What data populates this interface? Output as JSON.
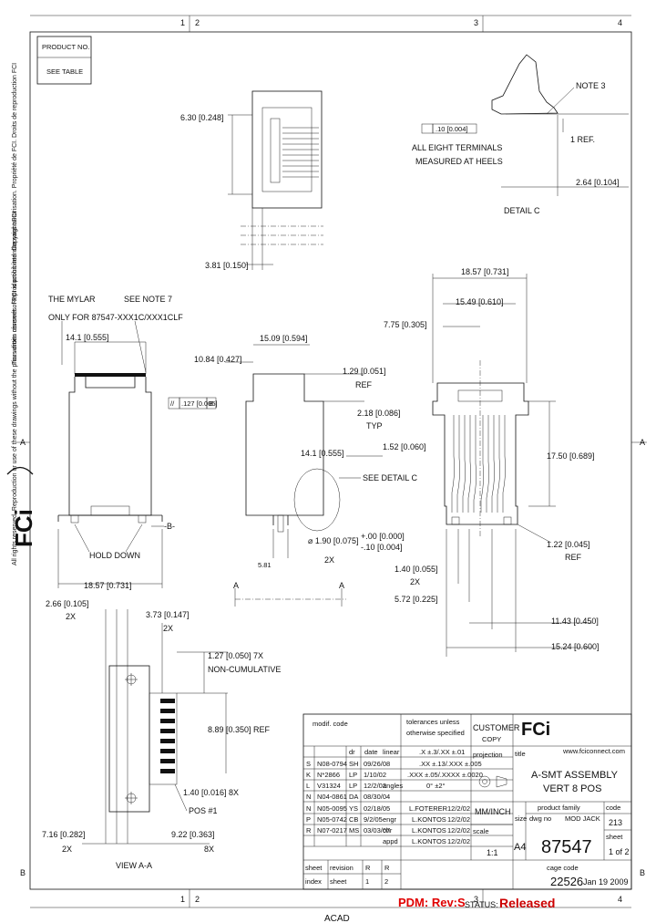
{
  "sheet": {
    "zones_top": [
      "1",
      "2",
      "3",
      "4"
    ],
    "zones_bottom": [
      "1",
      "2",
      "3",
      "4"
    ],
    "zone_side_a": "A",
    "zone_side_b": "B",
    "product_no_label": "PRODUCT NO.",
    "see_table_label": "SEE TABLE",
    "acad": "ACAD"
  },
  "side_notes": {
    "copyright": "All rights reserved. Reproduction or use of these drawings without the prior written consent of FCI is prohibited. Copyright FCI",
    "french": "Tous droits réservés. Reproduction interdite sans autorisation. Propriété de FCI. Droits de reproduction FCI"
  },
  "logo": {
    "text": "FCi",
    "website": "www.fciconnect.com"
  },
  "top_view": {
    "dim_height": "6.30 [0.248]",
    "dim_bottom": "3.81 [0.150]"
  },
  "detail_c": {
    "note": "NOTE 3",
    "flatness": ".10 [0.004]",
    "flatness_note_1": "ALL EIGHT TERMINALS",
    "flatness_note_2": "MEASURED AT HEELS",
    "ref": "1 REF.",
    "dim": "2.64 [0.104]",
    "title": "DETAIL C"
  },
  "front_view": {
    "mylar_1": "THE MYLAR",
    "mylar_2": "ONLY FOR 87547-XXX1C/XXX1CLF",
    "see_note": "SEE NOTE 7",
    "width_top": "14.1 [0.555]",
    "datum_b": "-B-",
    "hold_down": "HOLD DOWN",
    "width_bottom": "18.57 [0.731]"
  },
  "side_view": {
    "dim_1": "15.09 [0.594]",
    "dim_2": "10.84 [0.427]",
    "dim_3": "1.29 [0.051]",
    "ref": "REF",
    "parallel": "//",
    "tol": ".127 [0.005]",
    "datum": "B",
    "dim_4": "2.18 [0.086]",
    "typ": "TYP",
    "dim_5": "14.1 [0.555]",
    "dim_6": "1.52 [0.060]",
    "see_detail": "SEE DETAIL C",
    "dia": "⌀ 1.90 [0.075]",
    "tol_plus": "+.00 [0.000]",
    "tol_minus": "-.10 [0.004]",
    "two_x": "2X",
    "small_label": "5.81",
    "section_a": "A"
  },
  "right_view": {
    "dim_1": "18.57 [0.731]",
    "dim_2": "15.49 [0.610]",
    "dim_3": "7.75 [0.305]",
    "dim_4": "17.50 [0.689]",
    "dim_5": "1.22 [0.045]",
    "ref": "REF",
    "dim_6": "1.40 [0.055]",
    "two_x": "2X",
    "dim_7": "5.72 [0.225]",
    "dim_8": "11.43 [0.450]",
    "dim_9": "15.24 [0.600]"
  },
  "view_aa": {
    "dim_1": "2.66 [0.105]",
    "two_x_1": "2X",
    "dim_2": "3.73 [0.147]",
    "two_x_2": "2X",
    "dim_3": "1.27 [0.050] 7X",
    "noncum": "NON-CUMULATIVE",
    "dim_4": "8.89 [0.350] REF",
    "dim_5": "1.40 [0.016] 8X",
    "pos": "POS #1",
    "dim_6": "7.16 [0.282]",
    "two_x_3": "2X",
    "dim_7": "9.22 [0.363]",
    "eight_x": "8X",
    "title": "VIEW A-A"
  },
  "title_block": {
    "hdr_modif": "modif. code",
    "hdr_dr": "dr",
    "hdr_date": "date",
    "revisions": [
      {
        "rev": "S",
        "code": "N08-0794",
        "dr": "SH",
        "date": "09/26/08"
      },
      {
        "rev": "K",
        "code": "N*2866",
        "dr": "LP",
        "date": "1/10/02"
      },
      {
        "rev": "L",
        "code": "V31324",
        "dr": "LP",
        "date": "12/2/02"
      },
      {
        "rev": "N",
        "code": "N04-0861",
        "dr": "DA",
        "date": "08/30/04"
      },
      {
        "rev": "N",
        "code": "N05-0095",
        "dr": "YS",
        "date": "02/18/05"
      },
      {
        "rev": "P",
        "code": "N05-0742",
        "dr": "CB",
        "date": "9/2/05"
      },
      {
        "rev": "R",
        "code": "N07-0217",
        "dr": "MS",
        "date": "03/03/07"
      }
    ],
    "tolerances_1": "tolerances unless",
    "tolerances_2": "otherwise specified",
    "tol_rows": [
      {
        "c1": "linear",
        "c2": ".X ±.3/.XX ±.01"
      },
      {
        "c1": "",
        "c2": ".XX ±.13/.XXX ±.005"
      },
      {
        "c1": "",
        "c2": ".XXX ±.05/.XXXX ±.0020"
      },
      {
        "c1": "angles",
        "c2": "0° ±2°"
      },
      {
        "c1": "",
        "c2": "L.FOTERER"
      },
      {
        "c1": "engr",
        "c2": "L.KONTOS"
      },
      {
        "c1": "chr",
        "c2": "L.KONTOS"
      },
      {
        "c1": "appd",
        "c2": "L.KONTOS"
      }
    ],
    "customer": "CUSTOMER",
    "copy": "COPY",
    "projection": "projection",
    "proj_dates": [
      "12/2/02",
      "12/2/02",
      "12/2/02",
      "12/2/02"
    ],
    "units": "MM/INCH",
    "scale_label": "scale",
    "scale": "1:1",
    "title_label": "title",
    "title_1": "A-SMT ASSEMBLY",
    "title_2": "VERT 8 POS",
    "size_label": "size",
    "dwg_label": "dwg no",
    "size": "A4",
    "dwg_no": "87547",
    "product_family_label": "product family",
    "product_family": "MOD JACK",
    "code_label": "code",
    "code": "213",
    "sheet_label": "sheet",
    "sheet": "1 of 2",
    "sheet_hdr": "sheet",
    "revision_hdr": "revision",
    "index_hdr": "index",
    "sheet2_hdr": "sheet",
    "rev_vals": [
      "R",
      "R"
    ],
    "sheet_vals": [
      "1",
      "2"
    ],
    "cage_code": "cage code",
    "cage_val": "22526",
    "date_stamp": "Jan 19 2009"
  },
  "status_bar": {
    "pdm": "PDM: Rev:S",
    "status_label": "STATUS:",
    "status": "Released"
  }
}
